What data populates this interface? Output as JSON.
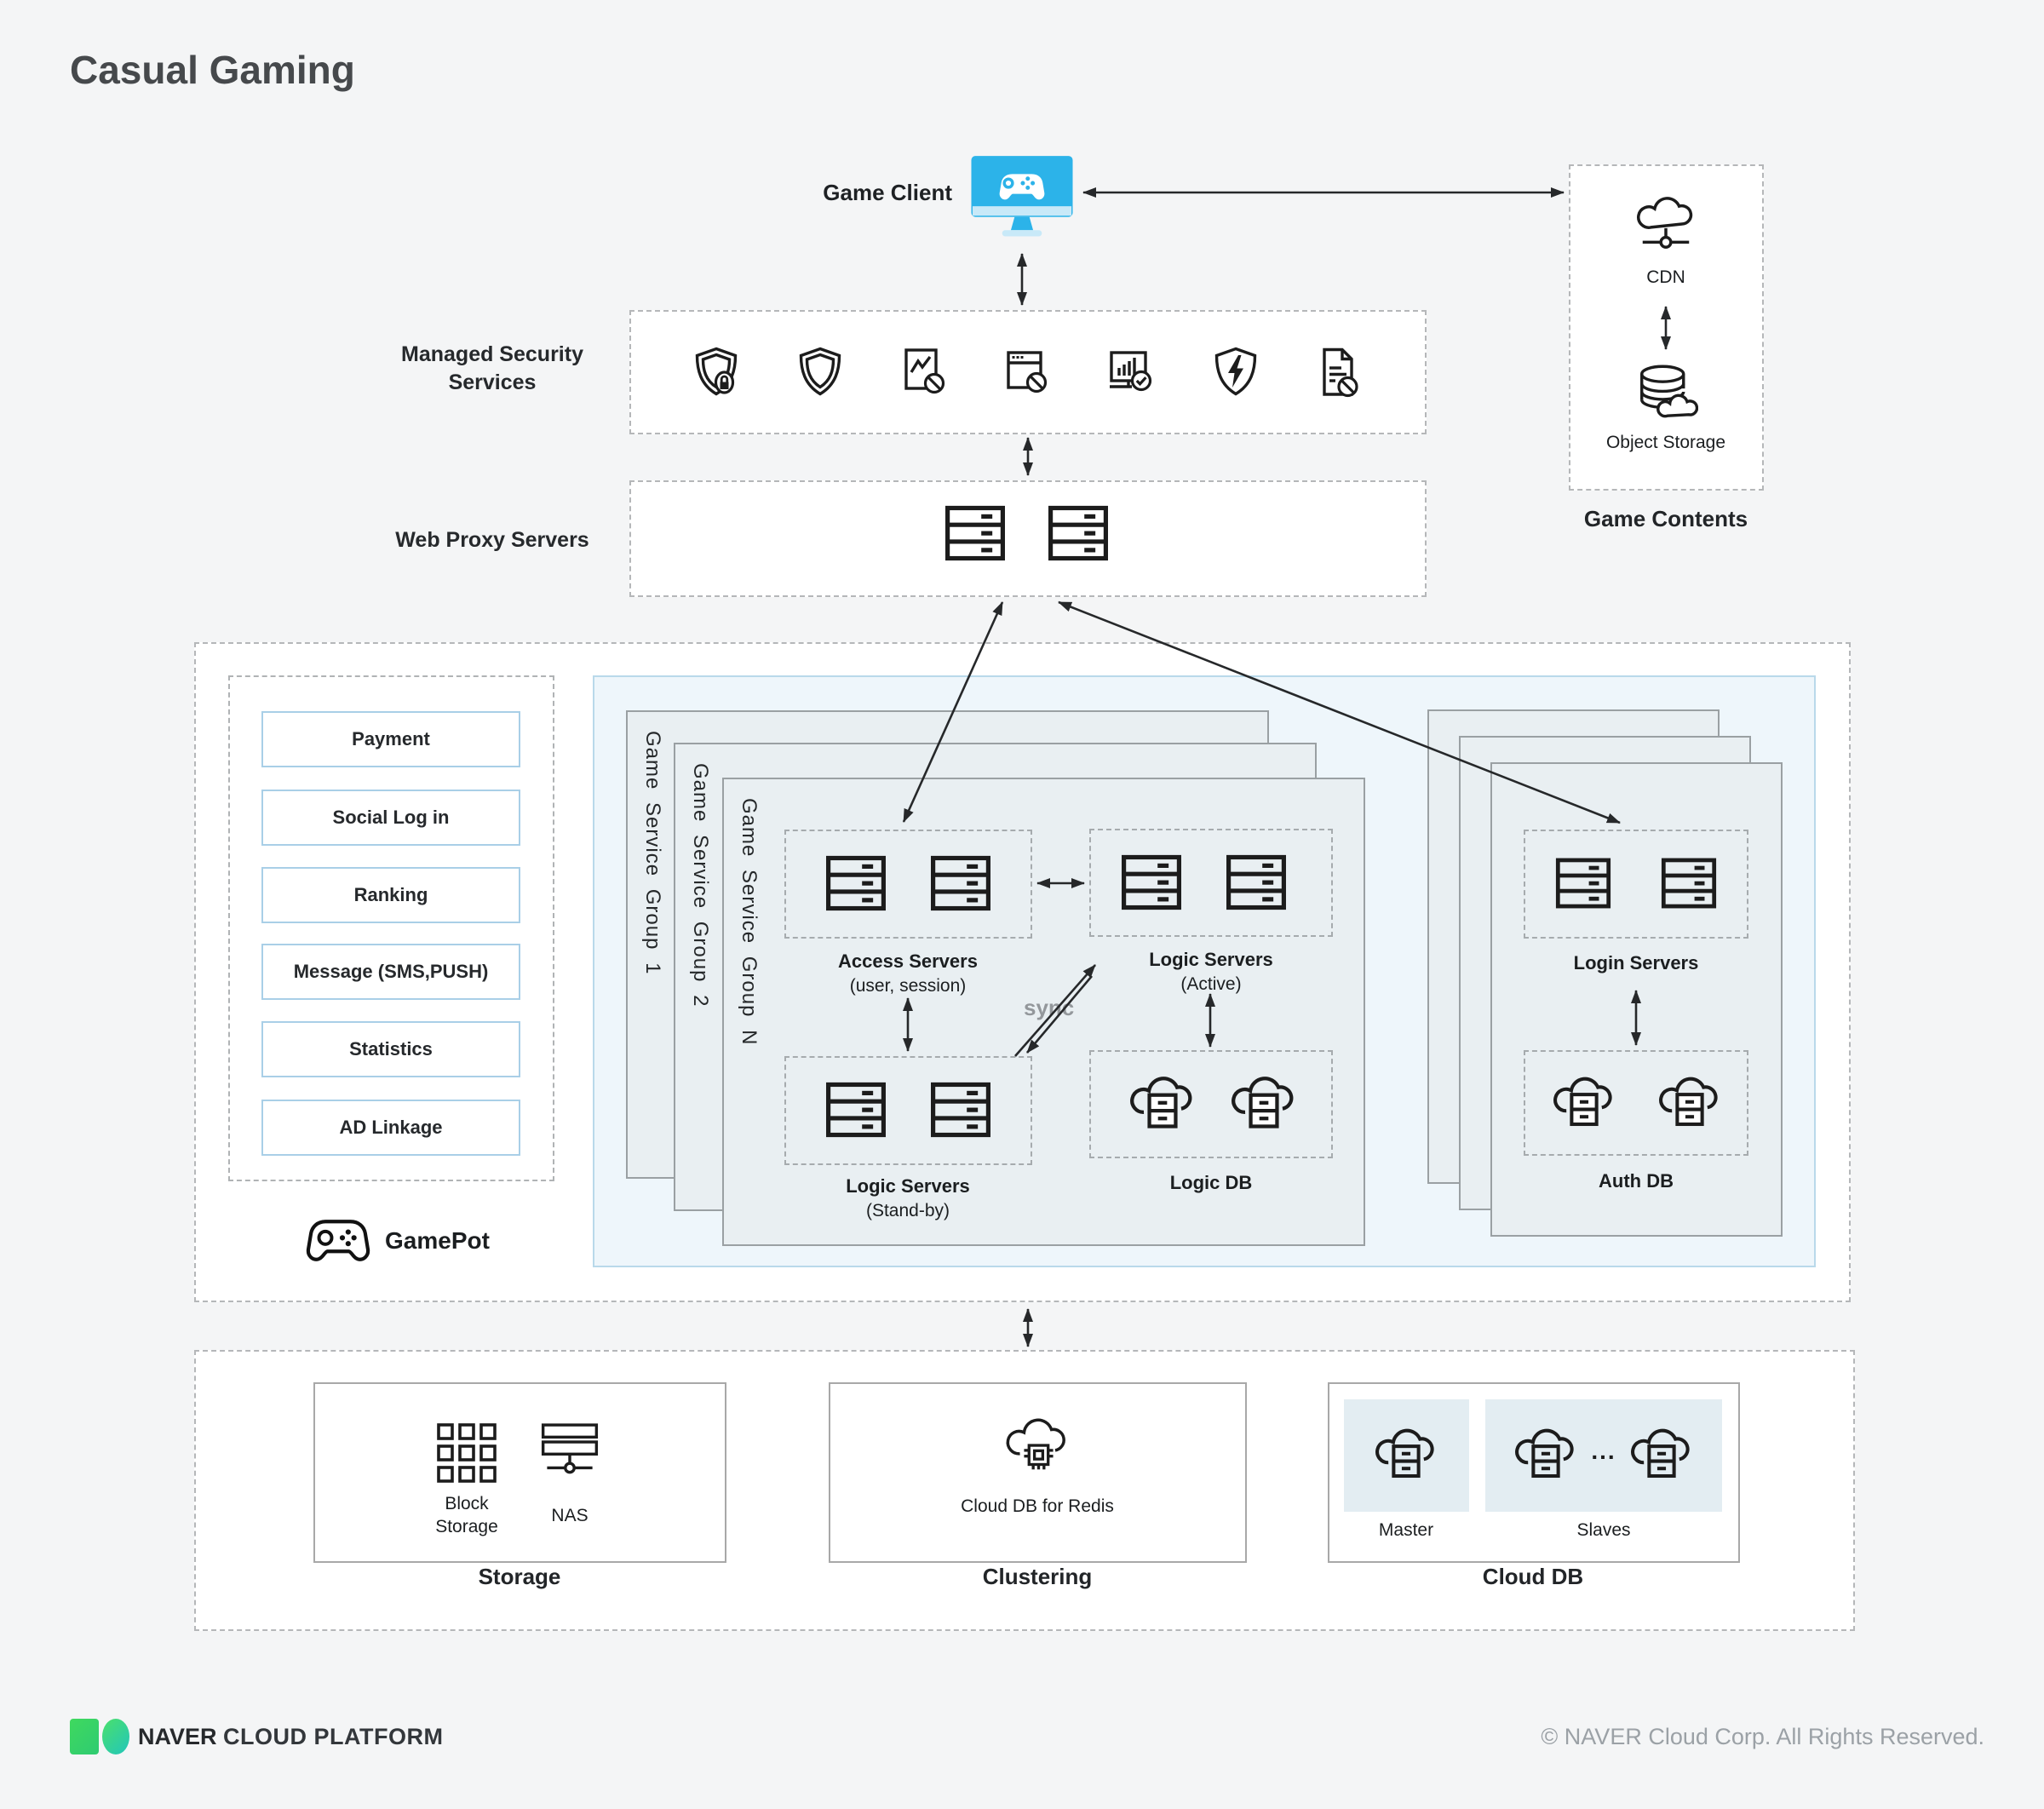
{
  "title": "Casual Gaming",
  "top": {
    "game_client_label": "Game Client",
    "security_label_1": "Managed Security",
    "security_label_2": "Services",
    "proxy_label": "Web Proxy Servers",
    "contents": {
      "cdn_label": "CDN",
      "object_storage_label": "Object Storage",
      "title": "Game Contents"
    }
  },
  "gamepot": {
    "buttons": [
      "Payment",
      "Social Log in",
      "Ranking",
      "Message (SMS,PUSH)",
      "Statistics",
      "AD Linkage"
    ],
    "brand": "GamePot"
  },
  "groups": {
    "g1": "Game Service Group 1",
    "g2": "Game Service Group 2",
    "gn": "Game Service Group N",
    "access_1": "Access Servers",
    "access_2": "(user, session)",
    "active_1": "Logic Servers",
    "active_2": "(Active)",
    "standby_1": "Logic Servers",
    "standby_2": "(Stand-by)",
    "logic_db": "Logic DB",
    "sync": "sync",
    "login": "Login Servers",
    "auth_db": "Auth DB"
  },
  "bottom": {
    "block_storage": "Block Storage",
    "nas": "NAS",
    "storage_title": "Storage",
    "redis": "Cloud DB for Redis",
    "clustering_title": "Clustering",
    "master": "Master",
    "slaves": "Slaves",
    "dots": "...",
    "cloud_db_title": "Cloud DB"
  },
  "footer": {
    "brand_strong": "NAVER",
    "brand_light": "CLOUD PLATFORM",
    "copyright": "© NAVER Cloud Corp. All Rights Reserved."
  },
  "colors": {
    "accent_blue": "#2cb3e9",
    "panel_blue_bg": "#eef6fb",
    "panel_blue_border": "#b9d9ea",
    "group_panel_bg": "#e9eff2",
    "button_border": "#a9cfe7",
    "brand_green": "#3fd95e",
    "brand_teal": "#22c6bb"
  }
}
